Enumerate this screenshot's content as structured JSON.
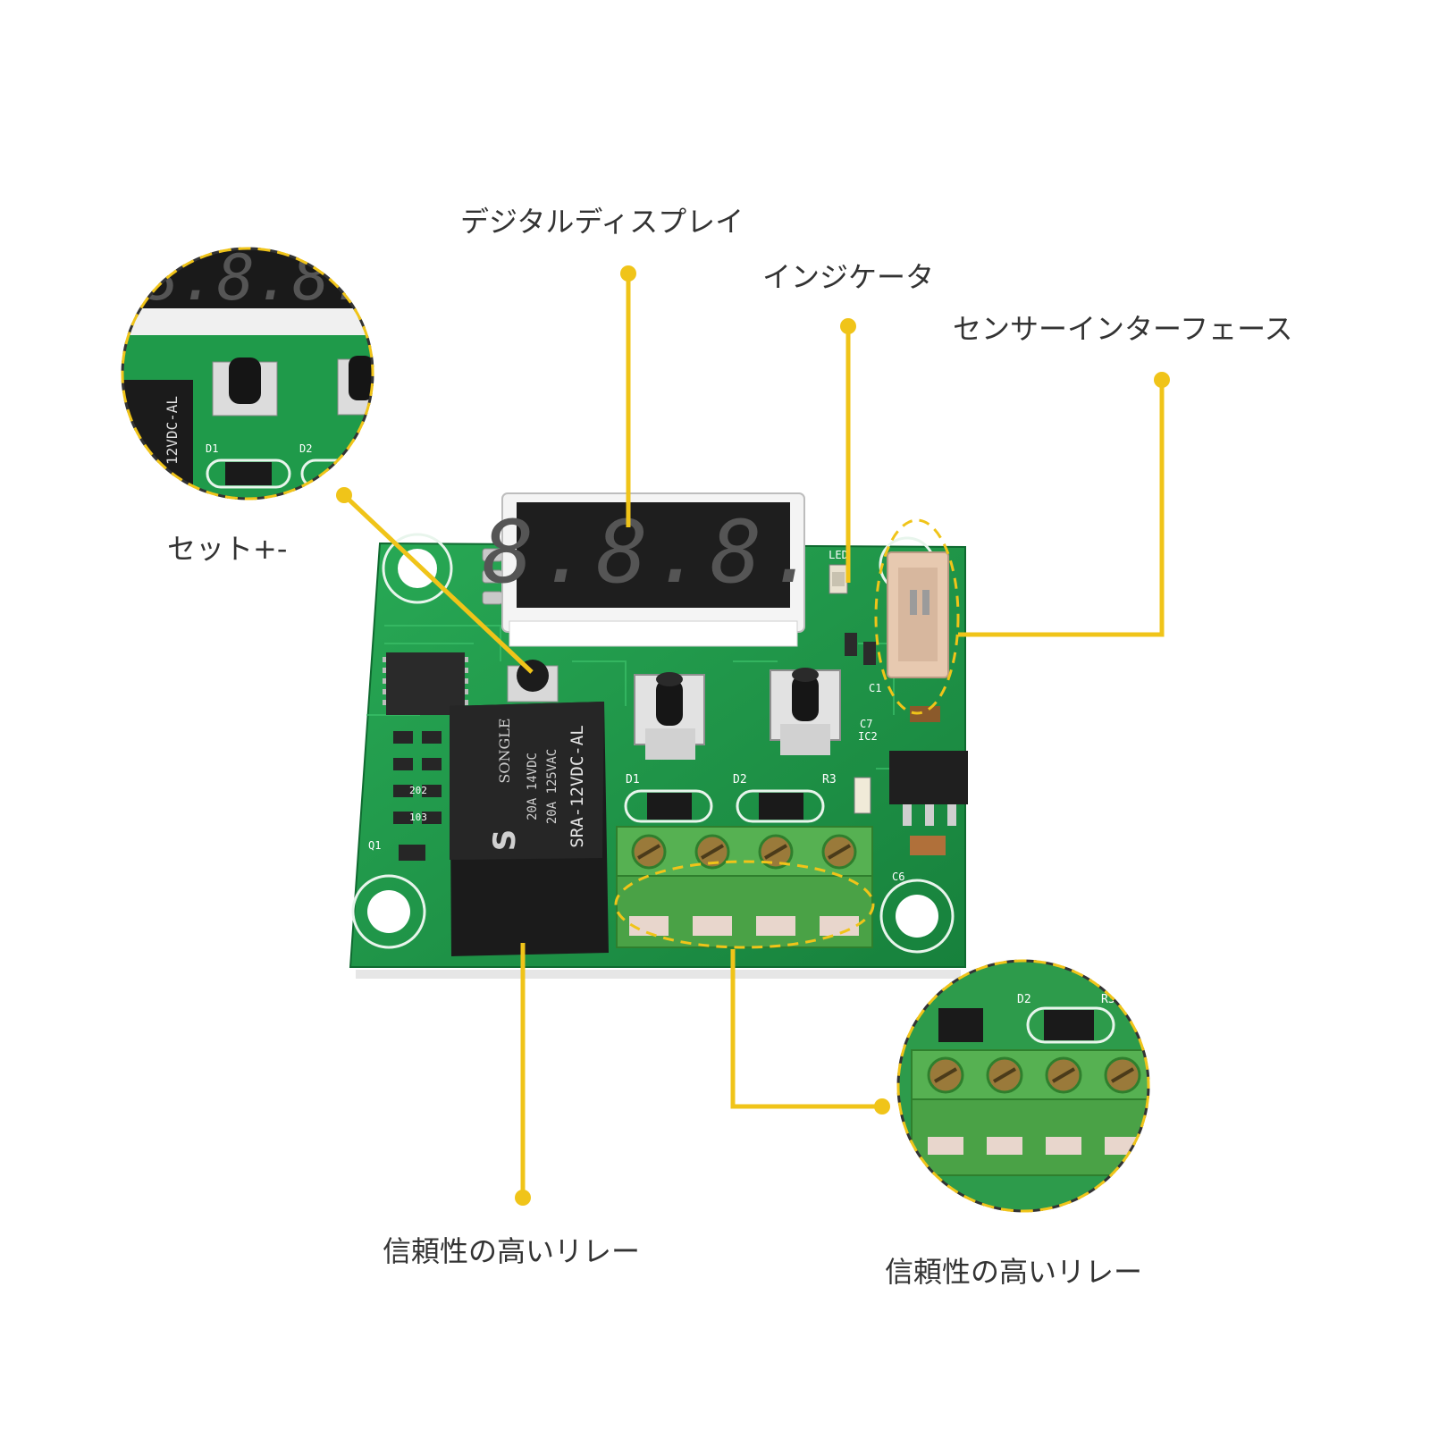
{
  "callouts": {
    "digital_display": "デジタルディスプレイ",
    "indicator": "インジケータ",
    "sensor_interface": "センサーインターフェース",
    "set_buttons": "セット+-",
    "relay": "信頼性の高いリレー",
    "terminal": "信頼性の高いリレー"
  },
  "board": {
    "display_digits": "8.8.8.",
    "led_label": "LED",
    "relay_brand": "SONGLE",
    "relay_line1": "20A 14VDC",
    "relay_line2": "20A 125VAC",
    "relay_model": "SRA-12VDC-AL",
    "silk_d1": "D1",
    "silk_d2": "D2",
    "silk_r3": "R3",
    "silk_c1": "C1",
    "silk_c7": "C7",
    "silk_ic2": "IC2",
    "silk_c6": "C6",
    "silk_q1": "Q1",
    "silk_202": "202",
    "silk_103": "103",
    "zoom_relay_text": "12VDC-AL"
  },
  "colors": {
    "accent": "#f0c419",
    "pcb": "#1f9a4a",
    "terminal": "#5cb85c"
  }
}
